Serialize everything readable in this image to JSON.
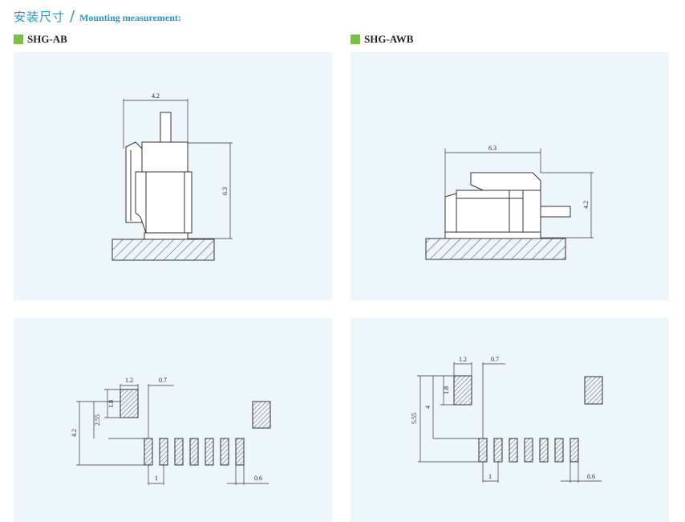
{
  "header": {
    "title_cn": "安装尺寸",
    "separator": "/",
    "title_en": "Mounting measurement:"
  },
  "models": {
    "left": "SHG-AB",
    "right": "SHG-AWB"
  },
  "colors": {
    "accent": "#2196c9",
    "bullet": "#7ac143",
    "panel_bg": "#edf6fb",
    "line": "#333333"
  },
  "dims": {
    "ab_side": {
      "width": "4.2",
      "height": "6.3"
    },
    "awb_side": {
      "width": "6.3",
      "height": "4.2"
    },
    "ab_foot": {
      "pad_w": "1.2",
      "offset": "0.7",
      "pad_h": "1.8",
      "row_gap": "2.55",
      "total": "4.2",
      "pitch": "1",
      "width": "0.6"
    },
    "awb_foot": {
      "pad_w": "1.2",
      "offset": "0.7",
      "pad_h": "1.8",
      "row_gap": "4",
      "total": "5.55",
      "pitch": "1",
      "width": "0.6"
    }
  }
}
